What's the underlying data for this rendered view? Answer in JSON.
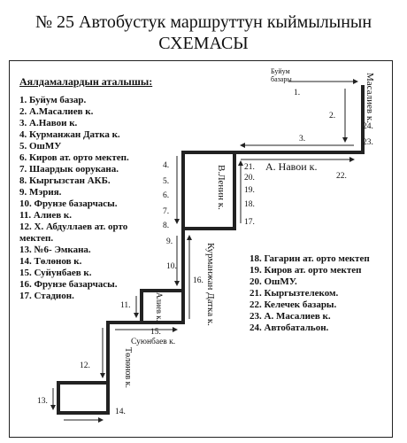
{
  "title": {
    "line1": "№ 25  Автобустук маршруттун кыймылынын",
    "line2": "СХЕМАСЫ"
  },
  "legend_left": {
    "heading": "Аялдамалардын аталышы:",
    "items": [
      "1. Буйум базар.",
      "2. А.Масалиев к.",
      "3. А.Навои к.",
      "4. Курманжан Датка к.",
      "5. ОшМУ",
      "6. Киров ат. орто мектеп.",
      "7. Шаардык ооруканa.",
      "8. Кыргызстан АКБ.",
      "9. Мэрия.",
      "10. Фрунзе базарчасы.",
      "11. Алиев к.",
      "12. Х. Абдуллаев ат. орто",
      "мектеп.",
      "13. №6- Эмкана.",
      "14. Төлөнов к.",
      "15. Суйунбаев к.",
      "16. Фрунзе базарчасы.",
      "17. Стадион."
    ]
  },
  "legend_right": {
    "items": [
      "18. Гагарин ат. орто мектеп",
      "19. Киров ат. орто мектеп",
      "20. ОшМУ.",
      "21. Кыргызтелеком.",
      "22. Келечек базары.",
      "23. А. Масалиев к.",
      "24. Автобатальон."
    ]
  },
  "streets": {
    "masaliev": "Масалиев к.",
    "navoi": "А. Навои к.",
    "lenin": "В.Ленин к.",
    "kurmanjan": "Курманжан Датка к.",
    "aliev": "Алиев к.",
    "suyunbaev": "Суюнбаев к.",
    "tolonov": "Төлөнов к.",
    "market": "Буйум\nбазары"
  },
  "stops": {
    "s1": "1.",
    "s2": "2.",
    "s3": "3.",
    "s4": "4.",
    "s5": "5.",
    "s6": "6.",
    "s7": "7.",
    "s8": "8.",
    "s9": "9.",
    "s10": "10.",
    "s11": "11.",
    "s12": "12.",
    "s13": "13.",
    "s14": "14.",
    "s15": "15.",
    "s16": "16.",
    "s17": "17.",
    "s18": "18.",
    "s19": "19.",
    "s20": "20.",
    "s21": "21.",
    "s22": "22.",
    "s23": "23.",
    "s24": "24."
  }
}
